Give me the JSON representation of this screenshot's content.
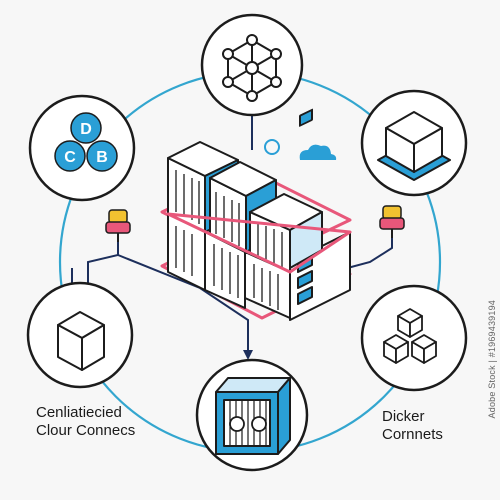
{
  "colors": {
    "outline": "#1c1c1c",
    "accent_blue": "#2a9fd6",
    "light_blue": "#cfe9f7",
    "pink": "#e8577a",
    "yellow": "#f2c230",
    "navy": "#1d2f5c",
    "ring": "#33a6cf"
  },
  "nodes": {
    "top": {
      "icon": "network-hexagon-icon"
    },
    "top_left": {
      "icon": "database-cluster-icon",
      "letters": [
        "D",
        "C",
        "B"
      ]
    },
    "top_right": {
      "icon": "isometric-box-icon"
    },
    "bottom_left": {
      "icon": "cube-icon"
    },
    "bottom": {
      "icon": "container-box-icon"
    },
    "bottom_right": {
      "icon": "stacked-cubes-icon"
    }
  },
  "captions": {
    "left": {
      "line1": "Cenliatiecied",
      "line2": "Clour Connecs"
    },
    "right": {
      "line1": "Dicker",
      "line2": "Cornnets"
    }
  },
  "side_text": "Adobe Stock | #1969439194",
  "center": {
    "icon": "server-rack-icon"
  },
  "cloud": {
    "icon": "cloud-icon"
  }
}
